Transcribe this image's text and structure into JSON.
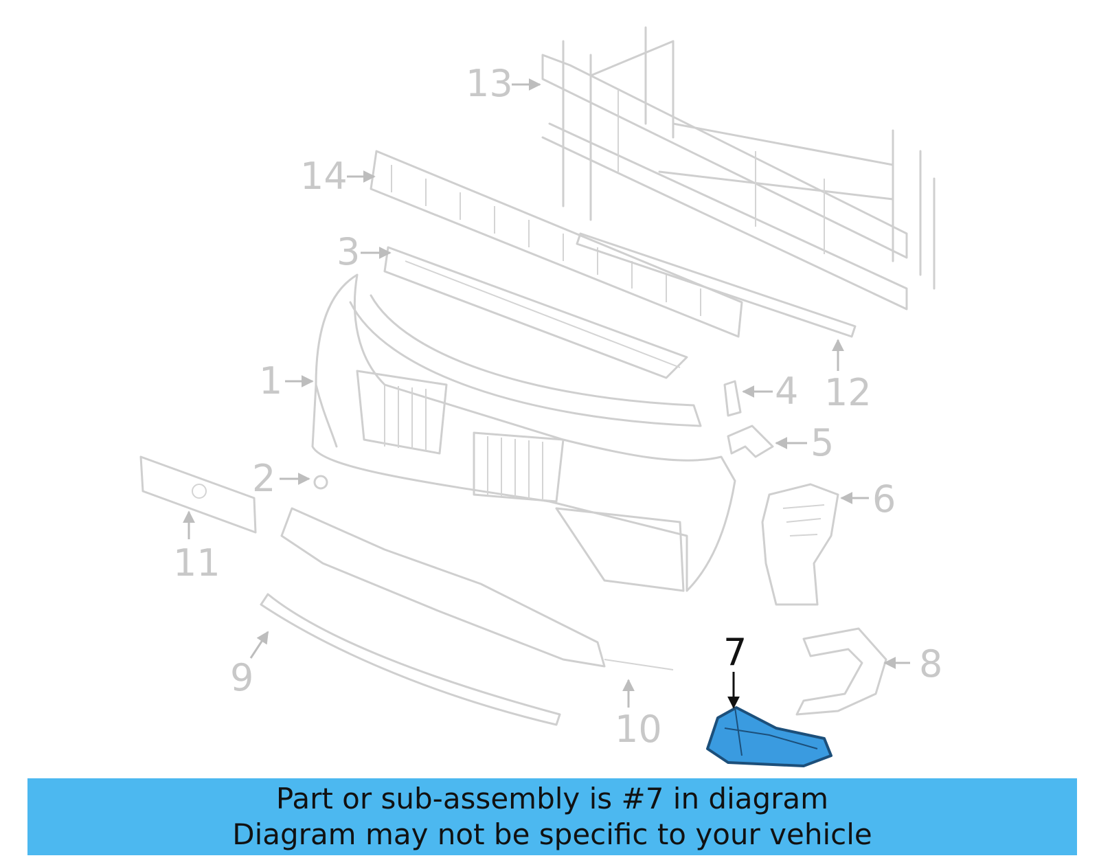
{
  "callouts": {
    "c1": "1",
    "c2": "2",
    "c3": "3",
    "c4": "4",
    "c5": "5",
    "c6": "6",
    "c7": "7",
    "c8": "8",
    "c9": "9",
    "c10": "10",
    "c11": "11",
    "c12": "12",
    "c13": "13",
    "c14": "14"
  },
  "highlighted_part": "7",
  "colors": {
    "banner": "#4cb8f0",
    "highlight_part": "#3a9be0",
    "muted_lines": "#cfcfcf"
  },
  "banner": {
    "line1": "Part or sub-assembly is #7 in diagram",
    "line2": "Diagram may not be specific to your vehicle"
  }
}
